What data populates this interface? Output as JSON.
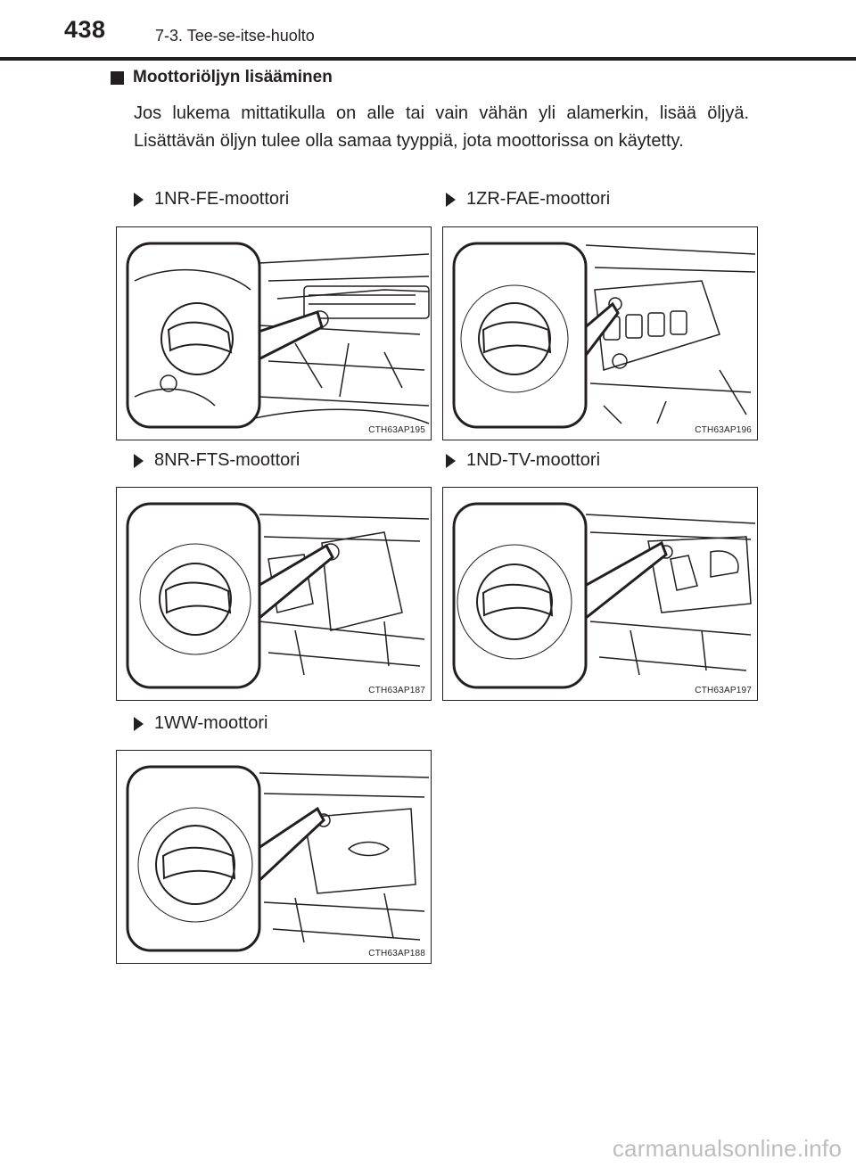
{
  "header": {
    "page_number": "438",
    "section_title": "7-3. Tee-se-itse-huolto"
  },
  "section": {
    "heading": "Moottoriöljyn lisääminen",
    "body": "Jos lukema mittatikulla on alle tai vain vähän yli alamerkin, lisää öljyä. Lisättävän öljyn tulee olla samaa tyyppiä, jota moottorissa on käytetty."
  },
  "engines": [
    {
      "label": "1NR-FE-moottori",
      "figure_code": "CTH63AP195"
    },
    {
      "label": "1ZR-FAE-moottori",
      "figure_code": "CTH63AP196"
    },
    {
      "label": "8NR-FTS-moottori",
      "figure_code": "CTH63AP187"
    },
    {
      "label": "1ND-TV-moottori",
      "figure_code": "CTH63AP197"
    },
    {
      "label": "1WW-moottori",
      "figure_code": "CTH63AP188"
    }
  ],
  "watermark": "carmanualsonline.info"
}
